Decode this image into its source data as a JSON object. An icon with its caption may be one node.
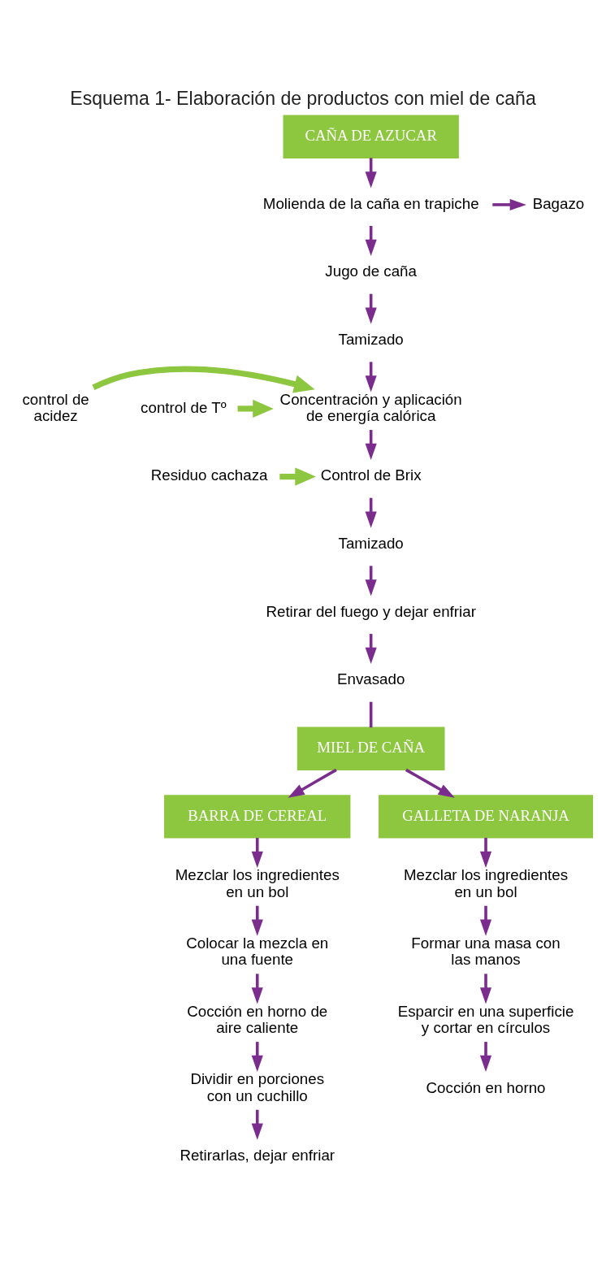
{
  "diagram": {
    "title": "Esquema 1- Elaboración de productos con miel de caña",
    "nodes": [
      {
        "text": [
          "CAÑA DE AZUCAR"
        ]
      },
      {
        "text": [
          "Molienda de la caña en trapiche"
        ]
      },
      {
        "text": [
          "Bagazo"
        ]
      },
      {
        "text": [
          "Jugo de caña"
        ]
      },
      {
        "text": [
          "Tamizado"
        ]
      },
      {
        "text": [
          "control de acidez"
        ]
      },
      {
        "text": [
          "Concentración y aplicación de energía calórica"
        ]
      },
      {
        "text": [
          "control de Tº"
        ]
      },
      {
        "text": [
          "Residuo cachaza"
        ]
      },
      {
        "text": [
          "Control de Brix"
        ]
      },
      {
        "text": [
          "Tamizado"
        ]
      },
      {
        "text": [
          "Retirar del fuego y dejar enfriar"
        ]
      },
      {
        "text": [
          "Envasado"
        ]
      },
      {
        "text": [
          "MIEL DE CAÑA"
        ]
      },
      {
        "text": [
          "BARRA DE CEREAL"
        ]
      },
      {
        "text": [
          "GALLETA DE NARANJA"
        ]
      },
      {
        "text": [
          "Mezclar los ingredientes en un bol"
        ]
      },
      {
        "text": [
          "Colocar la mezcla en una fuente"
        ]
      },
      {
        "text": [
          "Cocción en horno de aire caliente"
        ]
      },
      {
        "text": [
          "Dividir en porciones con un cuchillo"
        ]
      },
      {
        "text": [
          "Retirarlas, dejar enfriar"
        ]
      },
      {
        "text": [
          "Mezclar los ingredientes en un bol"
        ]
      },
      {
        "text": [
          "Formar una masa con las manos"
        ]
      },
      {
        "text": [
          "Esparcir en una superficie y cortar en círculos"
        ]
      },
      {
        "text": [
          "Cocción en horno"
        ]
      }
    ],
    "edges": [
      {
        "from": 0,
        "to": 1,
        "arrow": "to"
      },
      {
        "from": 1,
        "to": 2,
        "arrow": "to"
      },
      {
        "from": 1,
        "to": 3,
        "arrow": "to"
      },
      {
        "from": 3,
        "to": 4,
        "arrow": "to"
      },
      {
        "from": 4,
        "to": 6,
        "arrow": "to"
      },
      {
        "from": 5,
        "to": 6,
        "arrow": "to",
        "style": "thick",
        "color": "#8dc63f"
      },
      {
        "from": 7,
        "to": 6,
        "arrow": "to",
        "style": "thick",
        "color": "#8dc63f"
      },
      {
        "from": 6,
        "to": 9,
        "arrow": "to"
      },
      {
        "from": 8,
        "to": 9,
        "arrow": "to",
        "style": "thick",
        "color": "#8dc63f"
      },
      {
        "from": 9,
        "to": 10,
        "arrow": "to"
      },
      {
        "from": 10,
        "to": 11,
        "arrow": "to"
      },
      {
        "from": 11,
        "to": 12,
        "arrow": "to"
      },
      {
        "from": 12,
        "to": 13,
        "arrow": "none"
      },
      {
        "from": 13,
        "to": 14,
        "arrow": "to"
      },
      {
        "from": 13,
        "to": 15,
        "arrow": "to"
      },
      {
        "from": 14,
        "to": 16,
        "arrow": "to"
      },
      {
        "from": 16,
        "to": 17,
        "arrow": "to"
      },
      {
        "from": 17,
        "to": 18,
        "arrow": "to"
      },
      {
        "from": 18,
        "to": 19,
        "arrow": "to"
      },
      {
        "from": 19,
        "to": 20,
        "arrow": "to"
      },
      {
        "from": 15,
        "to": 21,
        "arrow": "to"
      },
      {
        "from": 21,
        "to": 22,
        "arrow": "to"
      },
      {
        "from": 22,
        "to": 23,
        "arrow": "to"
      },
      {
        "from": 23,
        "to": 24,
        "arrow": "to"
      }
    ]
  }
}
